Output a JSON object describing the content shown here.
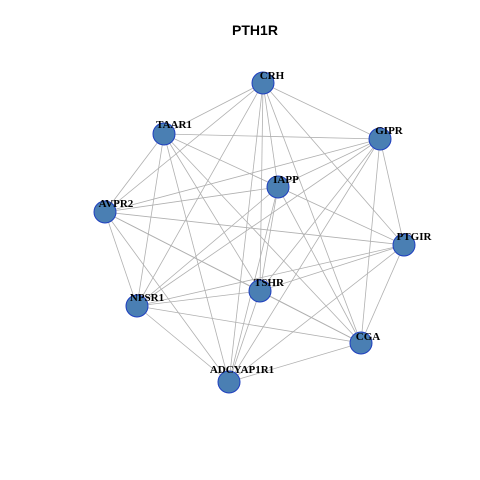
{
  "title": "PTH1R",
  "colors": {
    "node_fill": "#4a7fb3",
    "node_stroke": "#1f3fbf",
    "edge": "#b0b0b0",
    "background": "#ffffff"
  },
  "nodes": [
    {
      "id": "CRH",
      "label": "CRH"
    },
    {
      "id": "TAAR1",
      "label": "TAAR1"
    },
    {
      "id": "GIPR",
      "label": "GIPR"
    },
    {
      "id": "IAPP",
      "label": "IAPP"
    },
    {
      "id": "AVPR2",
      "label": "AVPR2"
    },
    {
      "id": "PTGIR",
      "label": "PTGIR"
    },
    {
      "id": "TSHR",
      "label": "TSHR"
    },
    {
      "id": "NPSR1",
      "label": "NPSR1"
    },
    {
      "id": "CGA",
      "label": "CGA"
    },
    {
      "id": "ADCYAP1R1",
      "label": "ADCYAP1R1"
    }
  ],
  "edges": [
    [
      "CRH",
      "TAAR1"
    ],
    [
      "CRH",
      "GIPR"
    ],
    [
      "CRH",
      "AVPR2"
    ],
    [
      "CRH",
      "PTGIR"
    ],
    [
      "CRH",
      "TSHR"
    ],
    [
      "CRH",
      "NPSR1"
    ],
    [
      "CRH",
      "CGA"
    ],
    [
      "CRH",
      "ADCYAP1R1"
    ],
    [
      "CRH",
      "IAPP"
    ],
    [
      "TAAR1",
      "GIPR"
    ],
    [
      "TAAR1",
      "PTGIR"
    ],
    [
      "TAAR1",
      "TSHR"
    ],
    [
      "TAAR1",
      "NPSR1"
    ],
    [
      "TAAR1",
      "CGA"
    ],
    [
      "TAAR1",
      "ADCYAP1R1"
    ],
    [
      "TAAR1",
      "AVPR2"
    ],
    [
      "GIPR",
      "AVPR2"
    ],
    [
      "GIPR",
      "IAPP"
    ],
    [
      "GIPR",
      "PTGIR"
    ],
    [
      "GIPR",
      "TSHR"
    ],
    [
      "GIPR",
      "NPSR1"
    ],
    [
      "GIPR",
      "CGA"
    ],
    [
      "GIPR",
      "ADCYAP1R1"
    ],
    [
      "IAPP",
      "AVPR2"
    ],
    [
      "IAPP",
      "NPSR1"
    ],
    [
      "IAPP",
      "TSHR"
    ],
    [
      "IAPP",
      "CGA"
    ],
    [
      "IAPP",
      "ADCYAP1R1"
    ],
    [
      "AVPR2",
      "PTGIR"
    ],
    [
      "AVPR2",
      "TSHR"
    ],
    [
      "AVPR2",
      "NPSR1"
    ],
    [
      "AVPR2",
      "CGA"
    ],
    [
      "AVPR2",
      "ADCYAP1R1"
    ],
    [
      "PTGIR",
      "TSHR"
    ],
    [
      "PTGIR",
      "NPSR1"
    ],
    [
      "PTGIR",
      "CGA"
    ],
    [
      "PTGIR",
      "ADCYAP1R1"
    ],
    [
      "TSHR",
      "NPSR1"
    ],
    [
      "TSHR",
      "CGA"
    ],
    [
      "TSHR",
      "ADCYAP1R1"
    ],
    [
      "NPSR1",
      "CGA"
    ],
    [
      "NPSR1",
      "ADCYAP1R1"
    ],
    [
      "CGA",
      "ADCYAP1R1"
    ]
  ]
}
